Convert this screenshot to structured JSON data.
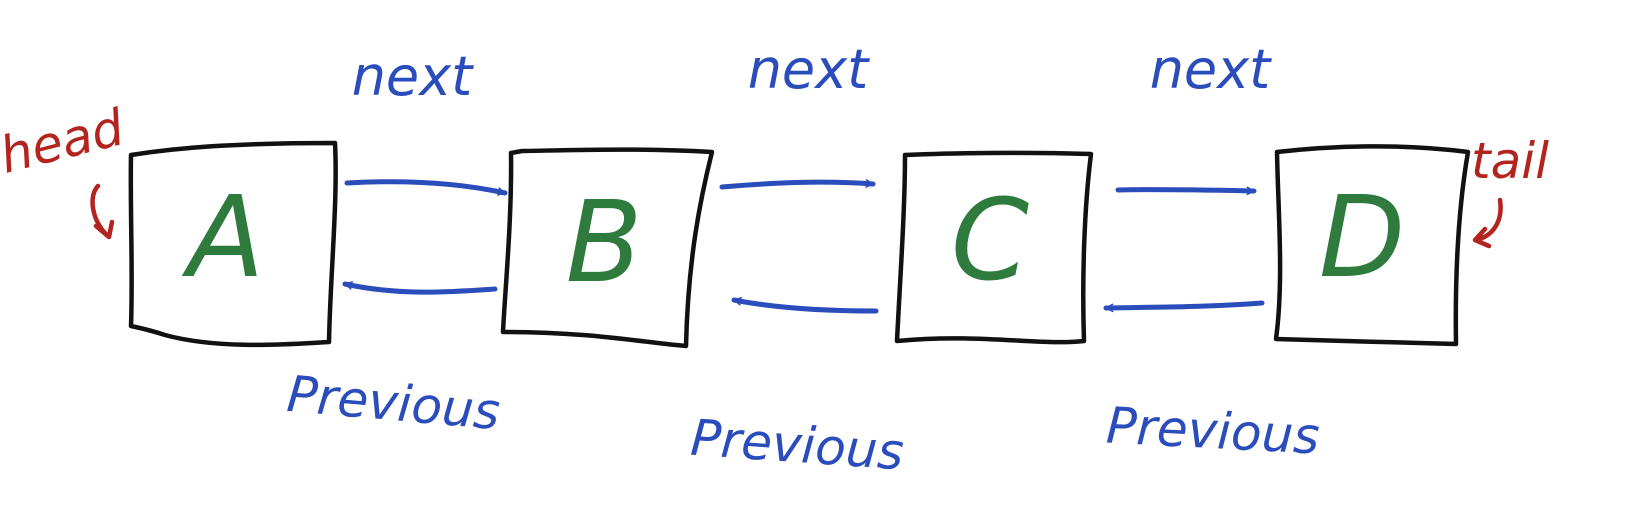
{
  "colors": {
    "box": "#111111",
    "node_letter": "#2e7b3d",
    "link": "#2a4dbb",
    "end_marker": "#b3241f",
    "background": "#ffffff"
  },
  "head_label": "head",
  "tail_label": "tail",
  "nodes": [
    {
      "letter": "A"
    },
    {
      "letter": "B"
    },
    {
      "letter": "C"
    },
    {
      "letter": "D"
    }
  ],
  "links": [
    {
      "next_label": "next",
      "previous_label": "Previous"
    },
    {
      "next_label": "next",
      "previous_label": "Previous"
    },
    {
      "next_label": "next",
      "previous_label": "Previous"
    }
  ]
}
